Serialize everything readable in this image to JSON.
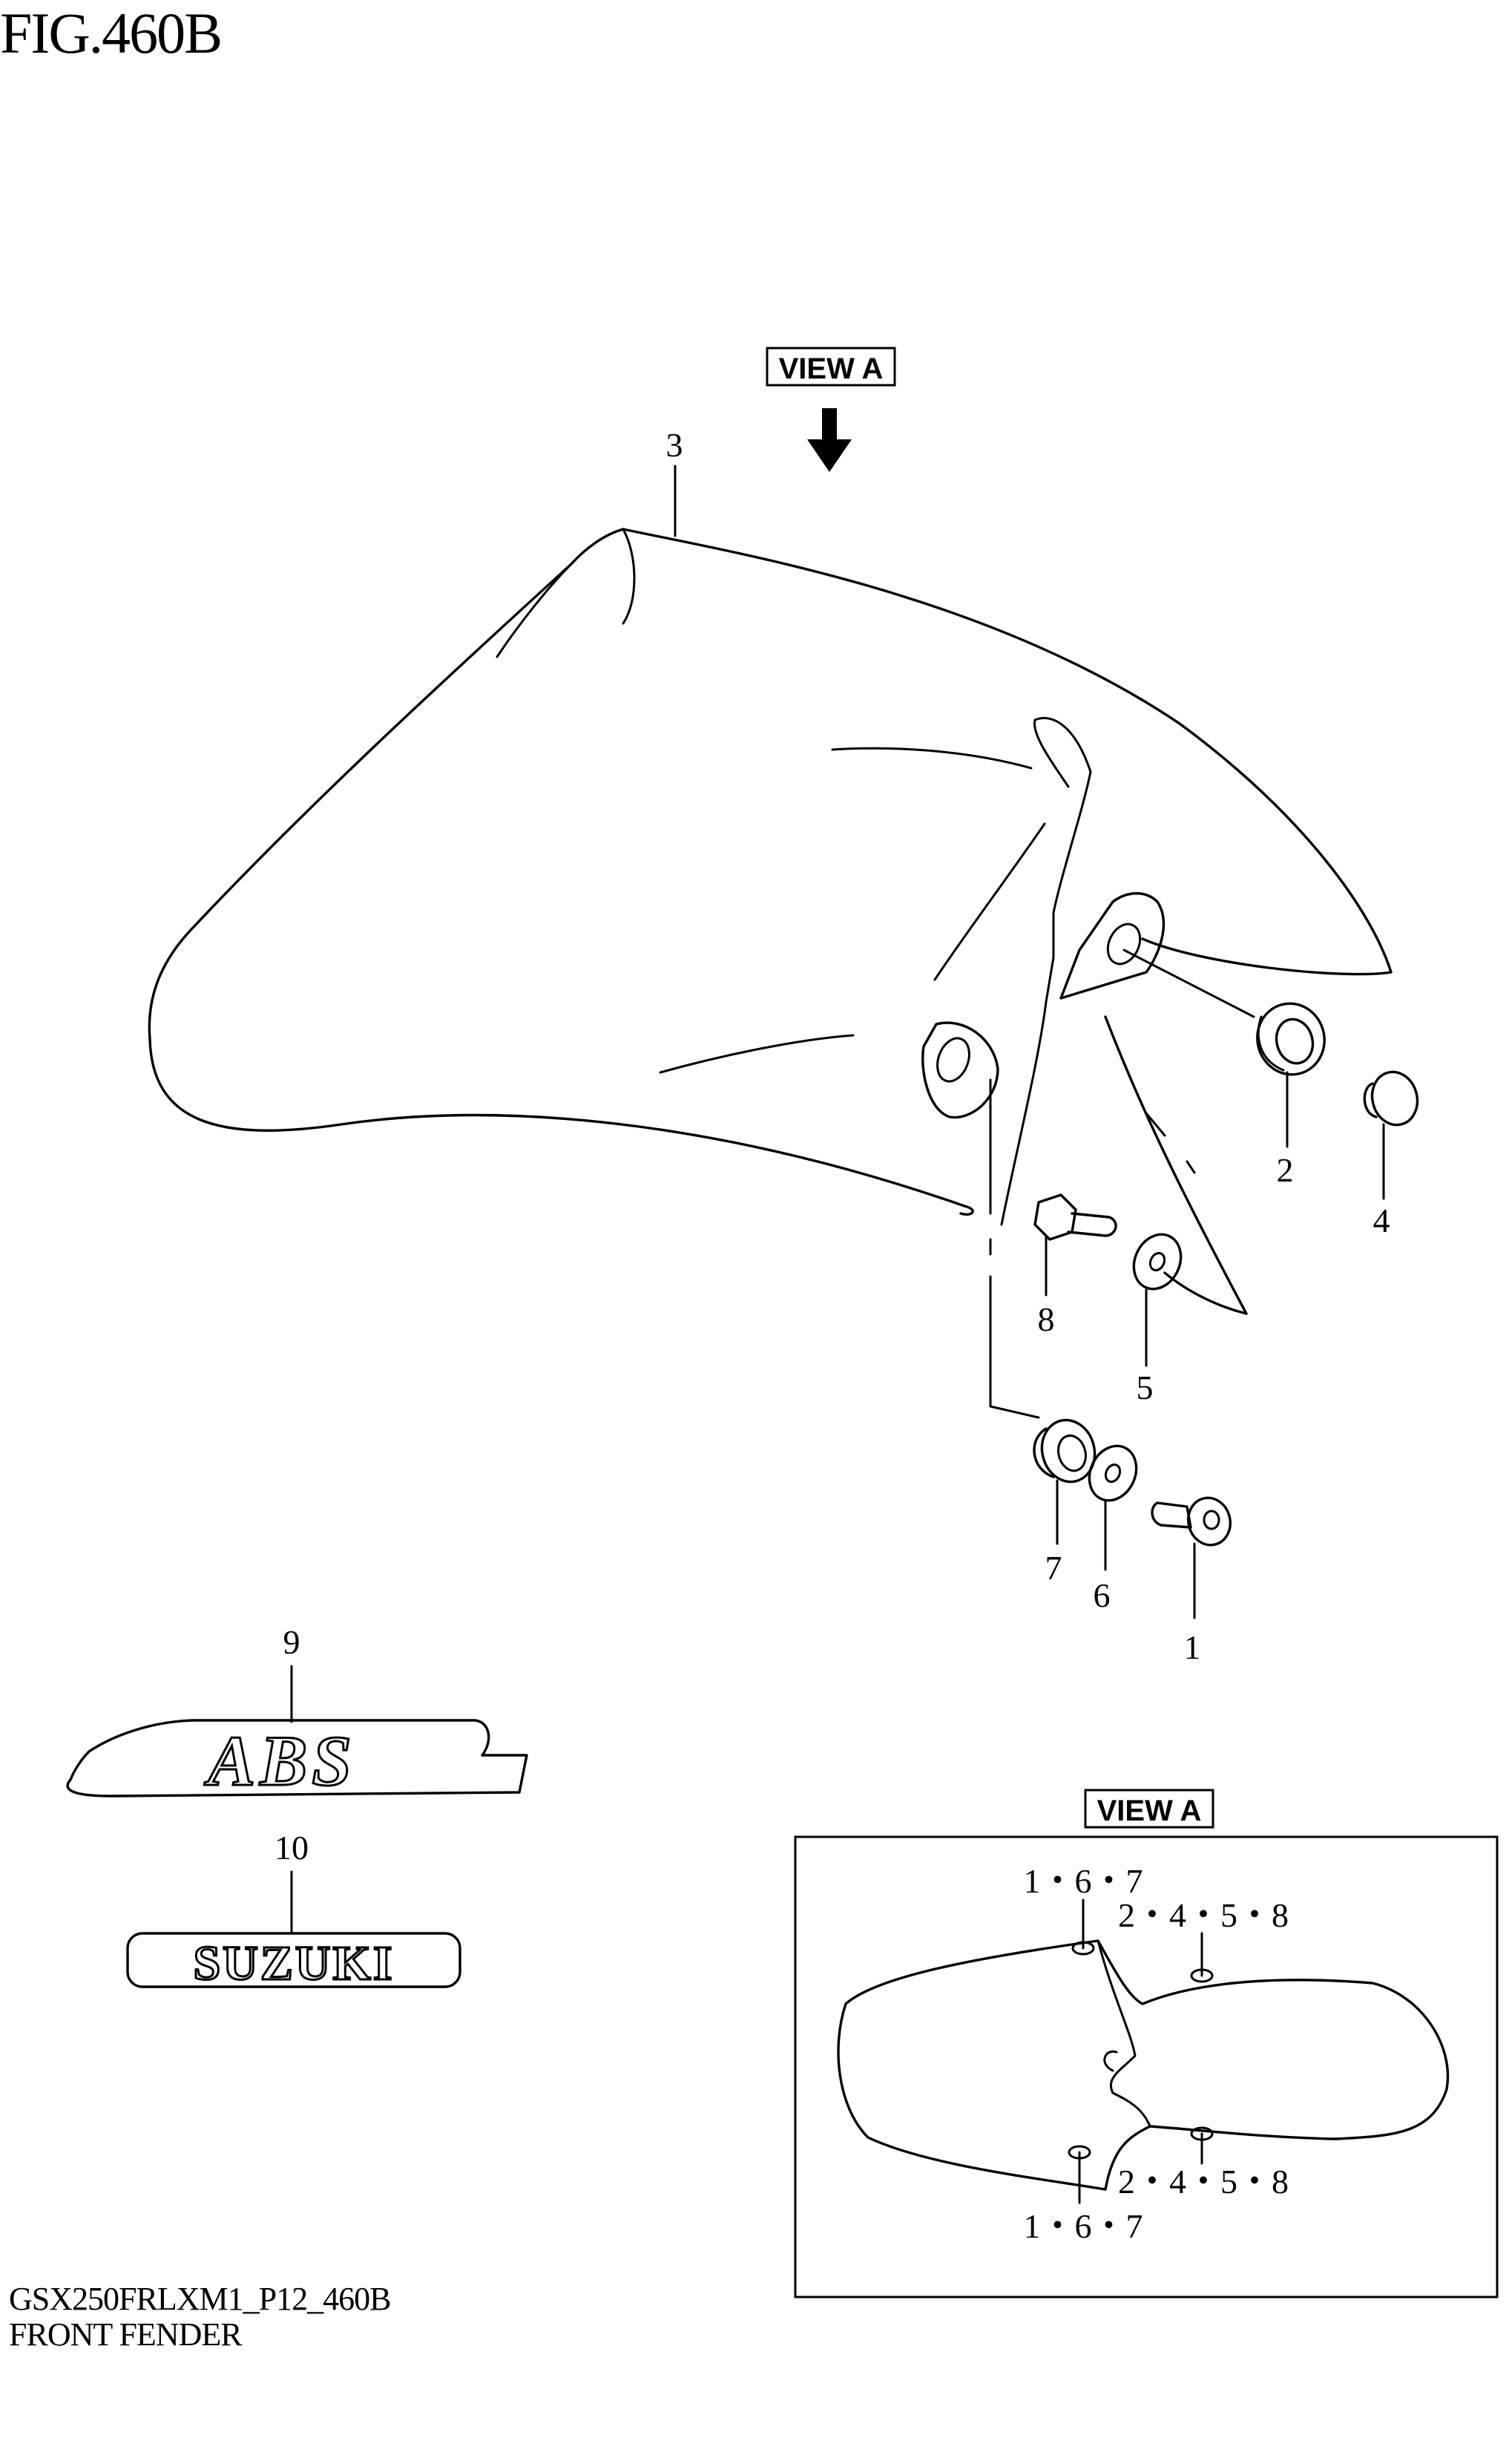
{
  "figure": {
    "title": "FIG.460B",
    "code": "GSX250FRLXM1_P12_460B",
    "name": "FRONT FENDER"
  },
  "view_label": "VIEW A",
  "callouts": [
    "1",
    "2",
    "3",
    "4",
    "5",
    "6",
    "7",
    "8",
    "9",
    "10"
  ],
  "decals": {
    "abs": "ABS",
    "suzuki": "SUZUKI"
  },
  "view_a": {
    "label": "VIEW A",
    "top_left": "1・6・7",
    "top_right": "2・4・5・8",
    "bottom_right": "2・4・5・8",
    "bottom_left": "1・6・7"
  }
}
